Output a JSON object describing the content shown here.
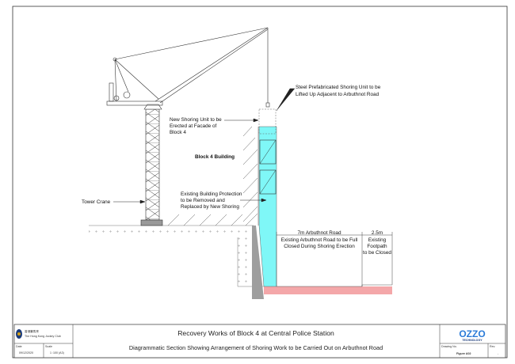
{
  "drawing": {
    "labels": {
      "steel_unit_1": "Steel Prefabricated Shoring Unit to be",
      "steel_unit_2": "Lifted Up Adjacent to Arbuthnot Road",
      "new_unit_1": "New Shoring Unit to be",
      "new_unit_2": "Erected at Facade of",
      "new_unit_3": "Block 4",
      "building": "Block 4 Building",
      "protection_1": "Existing Building Protection",
      "protection_2": "to be Removed and",
      "protection_3": "Replaced by New Shoring",
      "crane": "Tower Crane",
      "road_dim": "7m  Arbuthnot Road",
      "footpath_dim": "2.5m",
      "road_note_1": "Existing Arbuthnot Road to be Full",
      "road_note_2": "Closed During Shoring Erection",
      "footpath_note_1": "Existing",
      "footpath_note_2": "Footpath",
      "footpath_note_3": "to be Closed"
    },
    "colors": {
      "shoring": "#7ff7f7",
      "road": "#f4a7a9",
      "wall": "#9e9e9e"
    }
  },
  "title_block": {
    "client_chinese": "香港賽馬會",
    "client_english": "The Hong Kong Jockey Club",
    "title": "Recovery Works of Block 4 at Central Police Station",
    "subtitle": "Diagrammatic Section Showing Arrangement of Shoring Work to be Carried Out on Arbuthnot Road",
    "date_label": "Date",
    "date_value": "09/12/2020",
    "scale_label": "Scale",
    "scale_value": "1 :100 (A3)",
    "company_logo": "OZZO",
    "company_sub": "TECHNOLOGY",
    "drawing_no_label": "Drawing No.",
    "drawing_no_value": "Figure A02",
    "rev_label": "Rev.",
    "rev_value": "-"
  }
}
